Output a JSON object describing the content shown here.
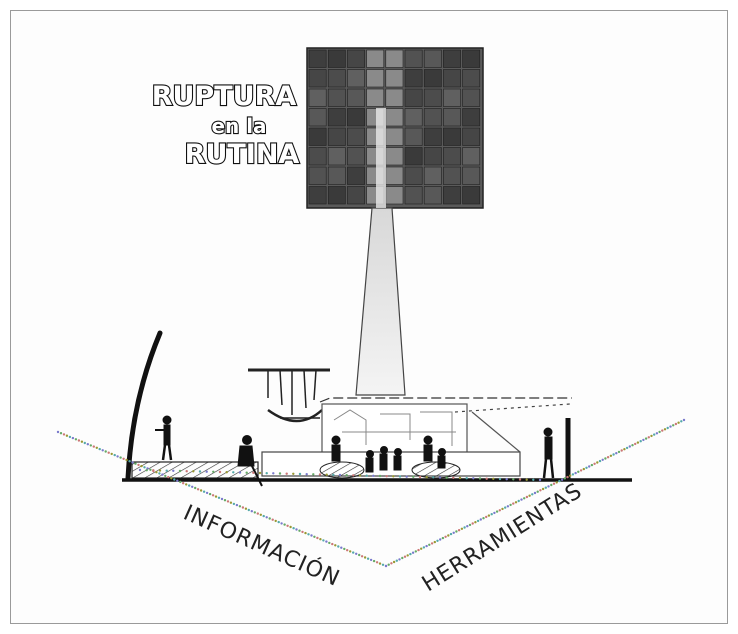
{
  "title": {
    "line1": "RUPTURA",
    "line2": "en la",
    "line3": "RUTINA"
  },
  "labels": {
    "left": "INFORMACIÓN",
    "right": "HERRAMIENTAS"
  },
  "colors": {
    "ink": "#1a1a1a",
    "panel": "#4a4a4a",
    "paper": "#fdfdfd",
    "frame": "#9a9a9a"
  }
}
